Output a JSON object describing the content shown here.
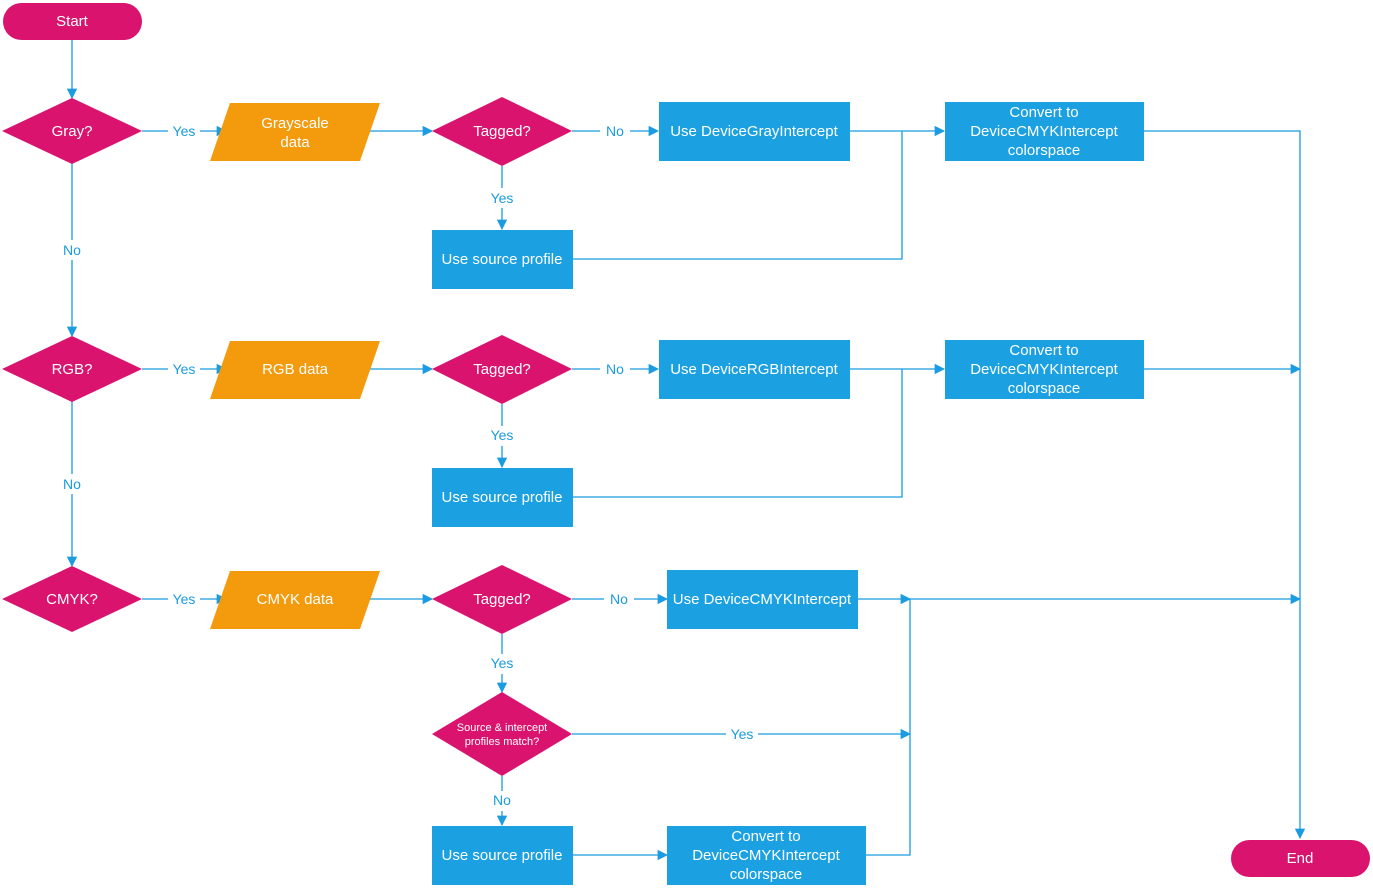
{
  "colors": {
    "terminal": "#d9136e",
    "decision": "#d9136e",
    "data": "#f39a0d",
    "process": "#1ba1e2",
    "connector": "#1b9be0"
  },
  "nodes": {
    "start": "Start",
    "end": "End",
    "gray_q": "Gray?",
    "rgb_q": "RGB?",
    "cmyk_q": "CMYK?",
    "grayscale_data": [
      "Grayscale",
      "data"
    ],
    "rgb_data": "RGB data",
    "cmyk_data": "CMYK data",
    "tagged_gray": "Tagged?",
    "tagged_rgb": "Tagged?",
    "tagged_cmyk": "Tagged?",
    "use_gray_intercept": "Use DeviceGrayIntercept",
    "use_rgb_intercept": "Use DeviceRGBIntercept",
    "use_cmyk_intercept": "Use DeviceCMYKIntercept",
    "use_source_gray": "Use source profile",
    "use_source_rgb": "Use source profile",
    "use_source_cmyk": "Use source profile",
    "convert_gray": [
      "Convert to",
      "DeviceCMYKIntercept",
      "colorspace"
    ],
    "convert_rgb": [
      "Convert to",
      "DeviceCMYKIntercept",
      "colorspace"
    ],
    "convert_cmyk": [
      "Convert to",
      "DeviceCMYKIntercept",
      "colorspace"
    ],
    "profiles_match": [
      "Source & intercept",
      "profiles match?"
    ]
  },
  "edge_labels": {
    "yes": "Yes",
    "no": "No"
  }
}
